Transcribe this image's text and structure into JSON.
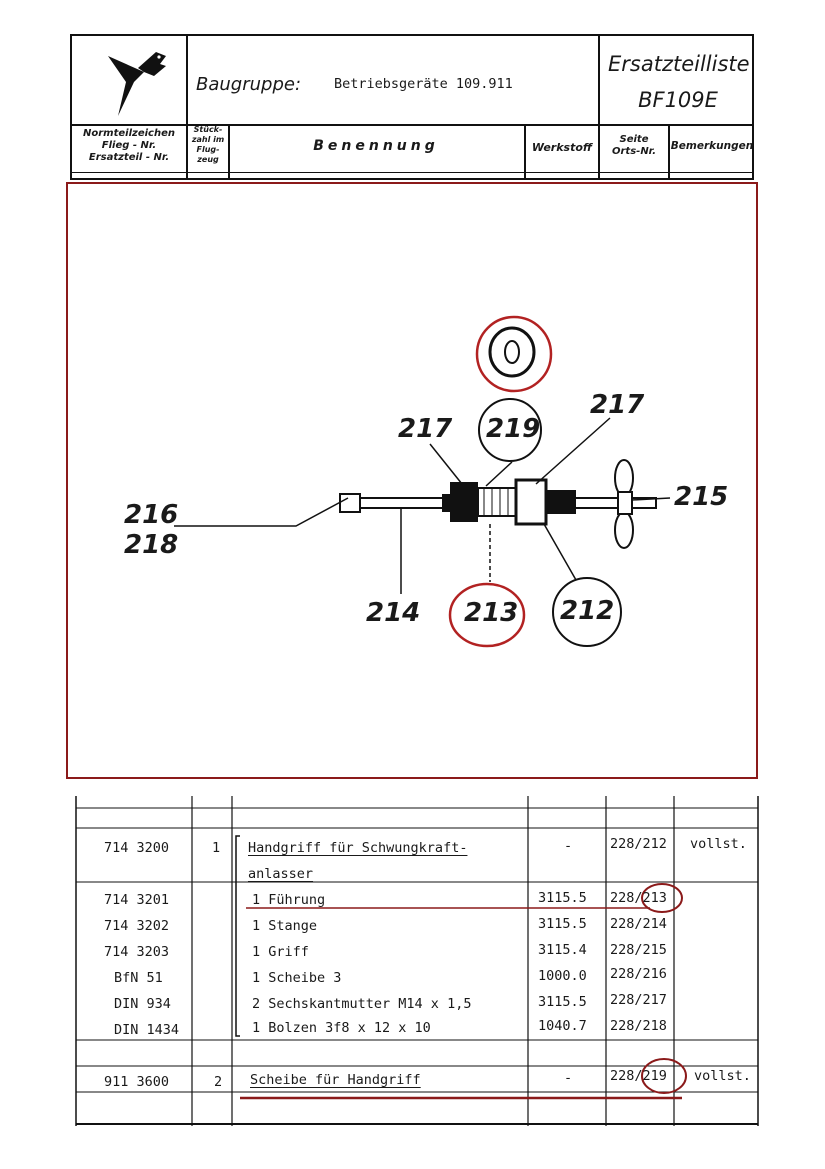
{
  "header": {
    "baugruppe_label": "Baugruppe:",
    "baugruppe_value": "Betriebsgeräte 109.911",
    "doc_title_line1": "Ersatzteilliste",
    "doc_title_line2": "BF109E",
    "columns": {
      "normteil": [
        "Normteilzeichen",
        "Flieg - Nr.",
        "Ersatzteil - Nr."
      ],
      "stueck": [
        "Stück-",
        "zahl im",
        "Flug-",
        "zeug"
      ],
      "benennung": "Benennung",
      "werkstoff": "Werkstoff",
      "seite": [
        "Seite",
        "Orts-Nr."
      ],
      "bemerkungen": "Bemerkungen"
    }
  },
  "diagram": {
    "labels": {
      "l216": "216",
      "l218": "218",
      "l214": "214",
      "l213": "213",
      "l212": "212",
      "l215": "215",
      "l217a": "217",
      "l217b": "217",
      "l219": "219"
    },
    "highlight_color": "#b22222"
  },
  "table": {
    "rows": [
      {
        "nr": "714 3200",
        "qty": "1",
        "name": "Handgriff für Schwungkraft-",
        "werk": "-",
        "seite": "228/212",
        "bem": "vollst."
      },
      {
        "nr": "",
        "qty": "",
        "name": "anlasser",
        "werk": "",
        "seite": "",
        "bem": ""
      },
      {
        "nr": "714 3201",
        "qty": "",
        "name": "1 Führung",
        "werk": "3115.5",
        "seite": "228/213",
        "bem": ""
      },
      {
        "nr": "714 3202",
        "qty": "",
        "name": "1 Stange",
        "werk": "3115.5",
        "seite": "228/214",
        "bem": ""
      },
      {
        "nr": "714 3203",
        "qty": "",
        "name": "1 Griff",
        "werk": "3115.4",
        "seite": "228/215",
        "bem": ""
      },
      {
        "nr": "BfN 51",
        "qty": "",
        "name": "1 Scheibe 3",
        "werk": "1000.0",
        "seite": "228/216",
        "bem": ""
      },
      {
        "nr": "DIN 934",
        "qty": "",
        "name": "2 Sechskantmutter M14 x 1,5",
        "werk": "3115.5",
        "seite": "228/217",
        "bem": ""
      },
      {
        "nr": "DIN 1434",
        "qty": "",
        "name": "1 Bolzen 3f8 x 12 x 10",
        "werk": "1040.7",
        "seite": "228/218",
        "bem": ""
      },
      {
        "nr": "911 3600",
        "qty": "2",
        "name": "Scheibe für Handgriff",
        "werk": "-",
        "seite": "228/219",
        "bem": "vollst."
      }
    ]
  },
  "colors": {
    "ink": "#111111",
    "annotation": "#8b1a1a"
  },
  "icons": {
    "logo": "bird-logo-icon"
  }
}
